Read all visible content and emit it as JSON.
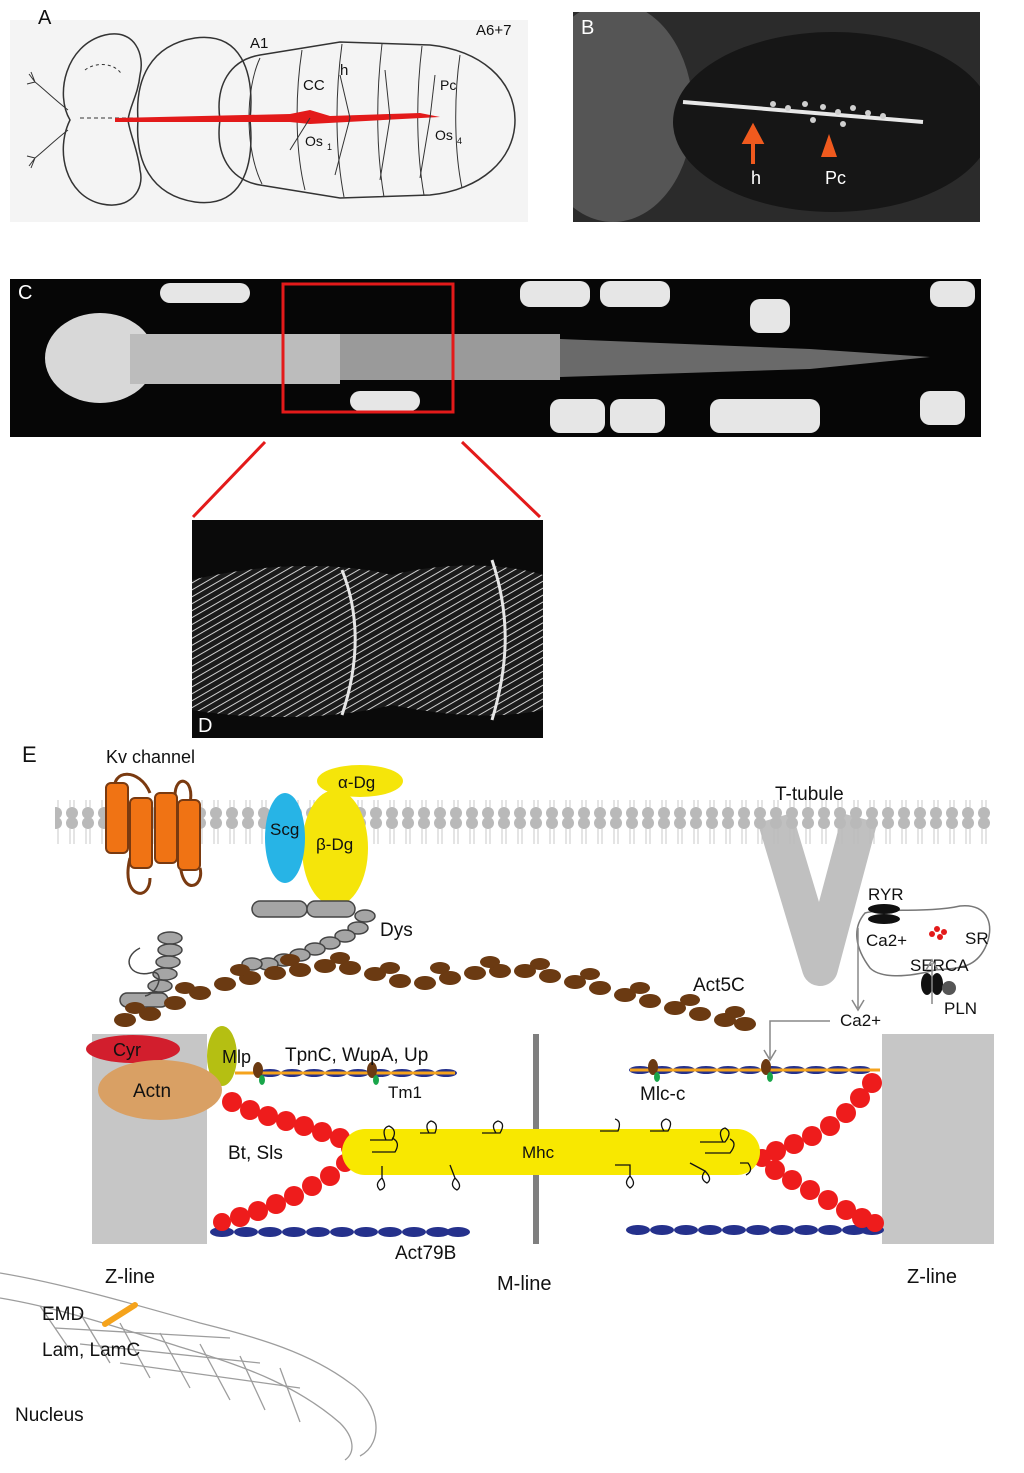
{
  "panels": {
    "a": {
      "letter": "A",
      "labels": {
        "a1": "A1",
        "cc": "CC",
        "h": "h",
        "pc": "Pc",
        "a67": "A6+7",
        "os1": "Os",
        "os1_sub": "1",
        "os4": "Os",
        "os4_sub": "4"
      }
    },
    "b": {
      "letter": "B",
      "labels": {
        "h": "h",
        "pc": "Pc"
      }
    },
    "c": {
      "letter": "C"
    },
    "d": {
      "letter": "D"
    },
    "e": {
      "letter": "E",
      "labels": {
        "kv_channel": "Kv channel",
        "alpha_dg": "α-Dg",
        "beta_dg": "β-Dg",
        "scg": "Scg",
        "dys": "Dys",
        "t_tubule": "T-tubule",
        "ryr": "RYR",
        "ca_sr": "Ca2+",
        "sr": "SR",
        "serca": "SERCA",
        "pln": "PLN",
        "ca_cyto": "Ca2+",
        "act5c": "Act5C",
        "cyr": "Cyr",
        "mlp": "Mlp",
        "actn": "Actn",
        "tpnc": "TpnC, WupA, Up",
        "tm1": "Tm1",
        "mlc_c": "Mlc-c",
        "bt_sls": "Bt, Sls",
        "mhc": "Mhc",
        "act79b": "Act79B",
        "z_line_left": "Z-line",
        "m_line": "M-line",
        "z_line_right": "Z-line",
        "emd": "EMD",
        "lam": "Lam, LamC",
        "nucleus": "Nucleus"
      }
    }
  },
  "colors": {
    "heart_red": "#e31a1a",
    "arrow_orange": "#f05a1e",
    "kv_orange": "#f07314",
    "kv_outline": "#7a3a10",
    "dg_yellow": "#f5e50a",
    "scg_blue": "#27b4e6",
    "actin_brown": "#6b3a12",
    "membrane_gray": "#b9b9b9",
    "z_gray": "#c6c6c6",
    "cyr_red": "#d21e2d",
    "actn_tan": "#d9a064",
    "mlp_green": "#b5bf12",
    "titin_red": "#ee1c1c",
    "thin_blue": "#25318c",
    "mhc_yellow": "#f8e800",
    "emd_orange": "#f5a31c",
    "nucleus_line": "#9d9d9d"
  }
}
